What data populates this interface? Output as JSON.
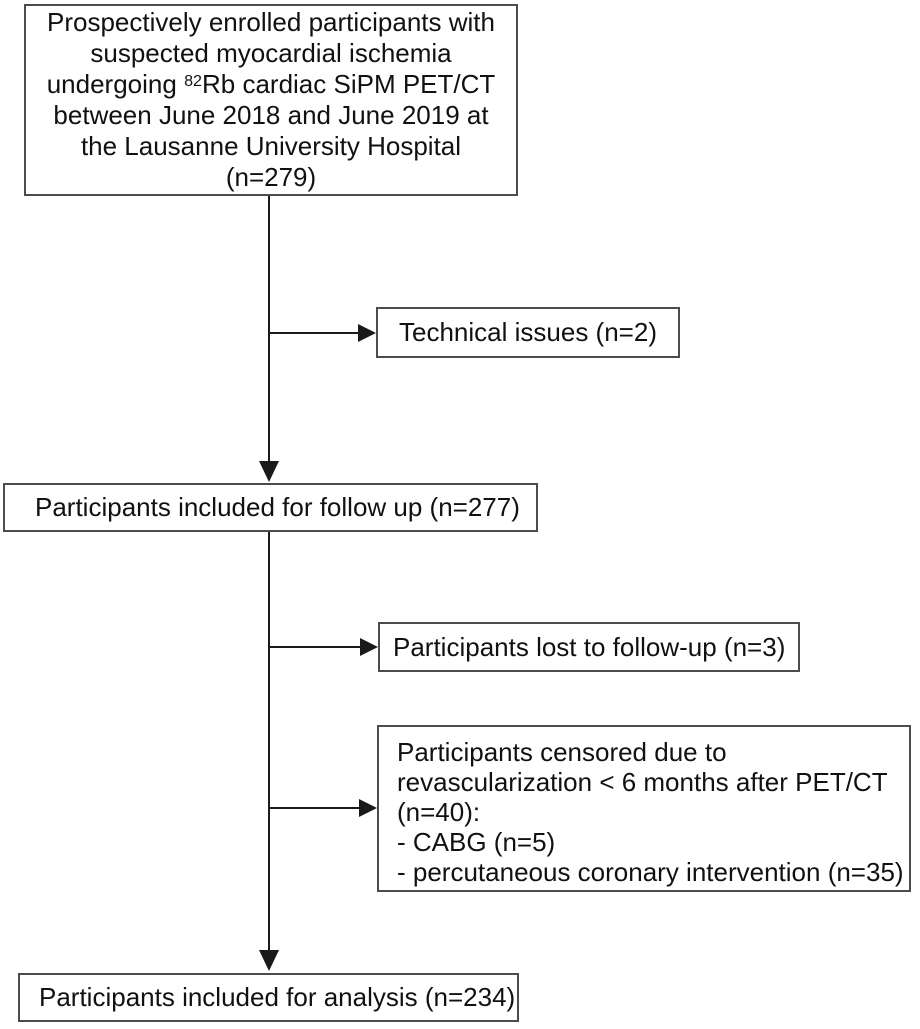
{
  "figure": {
    "background": "#ffffff",
    "box_border_color": "#4c4c4c",
    "text_color": "#111111",
    "arrow_color": "#1a1a1a"
  },
  "flowchart": {
    "enrollment_box": {
      "line1": "Prospectively enrolled participants with",
      "line2": "suspected myocardial ischemia",
      "line3_pre": "undergoing ",
      "line3_sup": "82",
      "line3_post": "Rb cardiac SiPM PET/CT",
      "line4": "between June 2018 and June 2019 at",
      "line5": "the Lausanne University Hospital",
      "line6": "(n=279)",
      "n": 279
    },
    "technical_issues_box": {
      "text": "Technical issues (n=2)",
      "n": 2
    },
    "follow_up_box": {
      "text": "Participants included for follow up (n=277)",
      "n": 277
    },
    "lost_follow_up_box": {
      "text": "Participants lost to follow-up (n=3)",
      "n": 3
    },
    "censored_box": {
      "line1": "Participants censored due to",
      "line2": "revascularization < 6 months after PET/CT",
      "line3": "(n=40):",
      "line4": "- CABG (n=5)",
      "line5": "- percutaneous coronary intervention (n=35)",
      "n": 40
    },
    "analysis_box": {
      "text": "Participants included for analysis (n=234)",
      "n": 234
    }
  }
}
